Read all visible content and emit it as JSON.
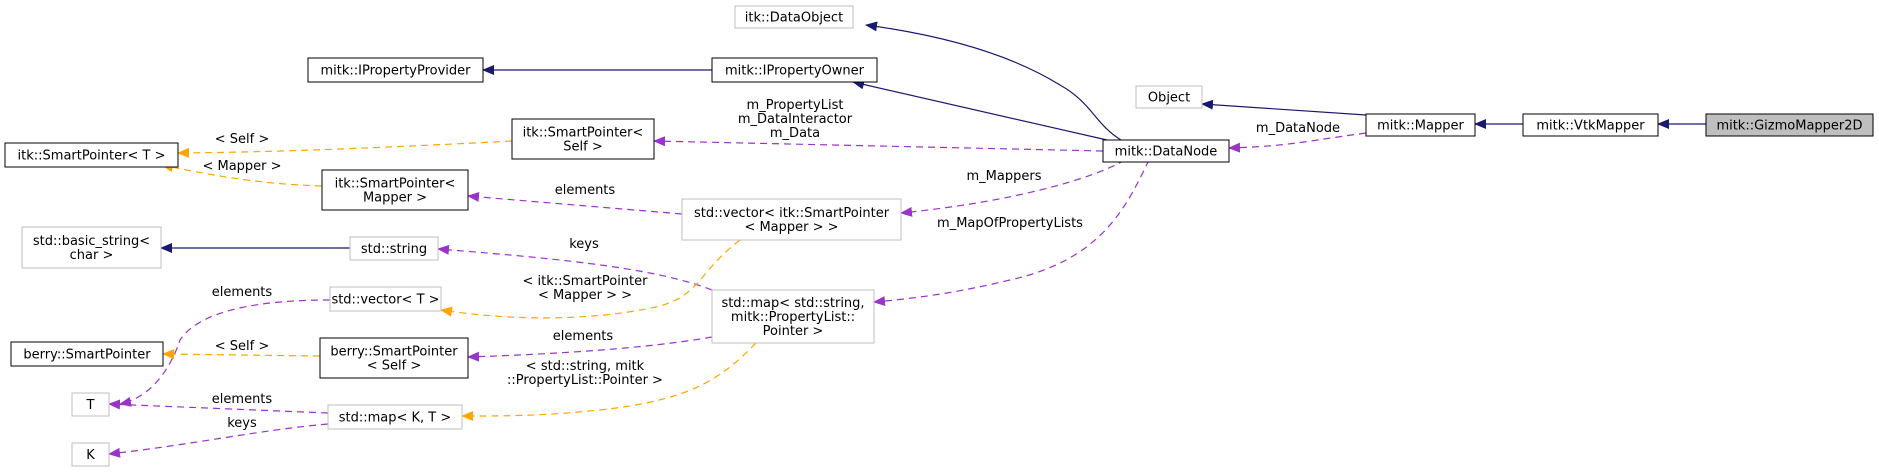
{
  "nodes": {
    "gizmo_mapper_2d": [
      "mitk::GizmoMapper2D"
    ],
    "vtk_mapper": [
      "mitk::VtkMapper"
    ],
    "mapper": [
      "mitk::Mapper"
    ],
    "object": [
      "Object"
    ],
    "data_node": [
      "mitk::DataNode"
    ],
    "itk_data_object": [
      "itk::DataObject"
    ],
    "i_property_owner": [
      "mitk::IPropertyOwner"
    ],
    "i_property_provider": [
      "mitk::IPropertyProvider"
    ],
    "itk_smart_pointer_t": [
      "itk::SmartPointer< T >"
    ],
    "itk_smart_pointer_self": [
      "itk::SmartPointer<",
      "Self >"
    ],
    "itk_smart_pointer_mapper": [
      "itk::SmartPointer<",
      "Mapper >"
    ],
    "vector_itk_smart_pointer_mapper": [
      "std::vector< itk::SmartPointer",
      "< Mapper > >"
    ],
    "basic_string_char": [
      "std::basic_string<",
      "char >"
    ],
    "std_string": [
      "std::string"
    ],
    "std_vector_t": [
      "std::vector< T >"
    ],
    "map_string_property_list": [
      "std::map< std::string,",
      "mitk::PropertyList::",
      "Pointer >"
    ],
    "berry_smart_pointer": [
      "berry::SmartPointer"
    ],
    "berry_smart_pointer_self": [
      "berry::SmartPointer",
      "< Self >"
    ],
    "t": [
      "T"
    ],
    "std_map_k_t": [
      "std::map< K, T >"
    ],
    "k": [
      "K"
    ]
  },
  "edge_labels": {
    "m_data_node": [
      "m_DataNode"
    ],
    "property_list_members": [
      "m_PropertyList",
      "m_DataInteractor",
      "m_Data"
    ],
    "m_mappers": [
      "m_Mappers"
    ],
    "m_map_of_property_lists": [
      "m_MapOfPropertyLists"
    ],
    "self_itk": [
      "< Self >"
    ],
    "mapper_itk": [
      "< Mapper >"
    ],
    "elements_itk_vector": [
      "elements"
    ],
    "keys_string": [
      "keys"
    ],
    "itk_smart_pointer_mapper_template": [
      "< itk::SmartPointer",
      "< Mapper > >"
    ],
    "elements_vector_t": [
      "elements"
    ],
    "self_berry": [
      "< Self >"
    ],
    "elements_berry": [
      "elements"
    ],
    "std_string_mitk_template": [
      "< std::string, mitk",
      "::PropertyList::Pointer >"
    ],
    "elements_map_t": [
      "elements"
    ],
    "keys_k": [
      "keys"
    ]
  },
  "colors": {
    "inheritance": "#191970",
    "usage": "#9a32cd",
    "template": "#ffa500",
    "focus_fill": "#bfbfbf",
    "external_border": "#bfbfbf"
  }
}
